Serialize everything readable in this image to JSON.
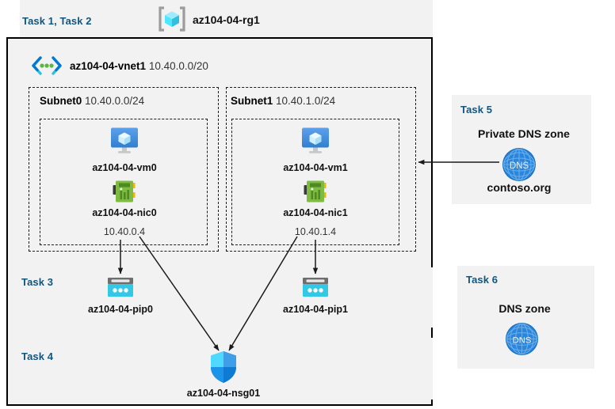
{
  "diagram": {
    "title_area": {
      "tasks_label": "Task 1, Task 2",
      "resource_group_name": "az104-04-rg1",
      "resource_group_icon": "resource-group-icon"
    },
    "vnet": {
      "name": "az104-04-vnet1",
      "cidr": "10.40.0.0/20",
      "icon": "virtual-network-icon"
    },
    "subnets": [
      {
        "name": "Subnet0",
        "cidr": "10.40.0.0/24",
        "vm": {
          "name": "az104-04-vm0",
          "icon": "virtual-machine-icon"
        },
        "nic": {
          "name": "az104-04-nic0",
          "ip": "10.40.0.4",
          "icon": "network-interface-icon"
        }
      },
      {
        "name": "Subnet1",
        "cidr": "10.40.1.0/24",
        "vm": {
          "name": "az104-04-vm1",
          "icon": "virtual-machine-icon"
        },
        "nic": {
          "name": "az104-04-nic1",
          "ip": "10.40.1.4",
          "icon": "network-interface-icon"
        }
      }
    ],
    "public_ips": {
      "task_label": "Task 3",
      "items": [
        {
          "name": "az104-04-pip0",
          "icon": "public-ip-address-icon"
        },
        {
          "name": "az104-04-pip1",
          "icon": "public-ip-address-icon"
        }
      ]
    },
    "nsg": {
      "task_label": "Task 4",
      "name": "az104-04-nsg01",
      "icon": "network-security-group-shield-icon"
    },
    "private_dns_zone": {
      "task_label": "Task 5",
      "heading": "Private DNS zone",
      "name": "contoso.org",
      "icon": "dns-globe-icon",
      "icon_text": "DNS"
    },
    "dns_zone": {
      "task_label": "Task 6",
      "heading": "DNS zone",
      "icon": "dns-globe-icon",
      "icon_text": "DNS"
    },
    "colors": {
      "panel_background": "#f2f2f2",
      "page_background": "#ffffff",
      "task_label_blue": "#11567f",
      "border_black": "#000000",
      "dashed_border": "#1a1a1a",
      "pip_cyan": "#32c8e6",
      "nic_green": "#7fba43",
      "dns_blue": "#2a7fd4",
      "vm_blue": "#3f8fe0",
      "arrow_black": "#1a1a1a"
    }
  }
}
